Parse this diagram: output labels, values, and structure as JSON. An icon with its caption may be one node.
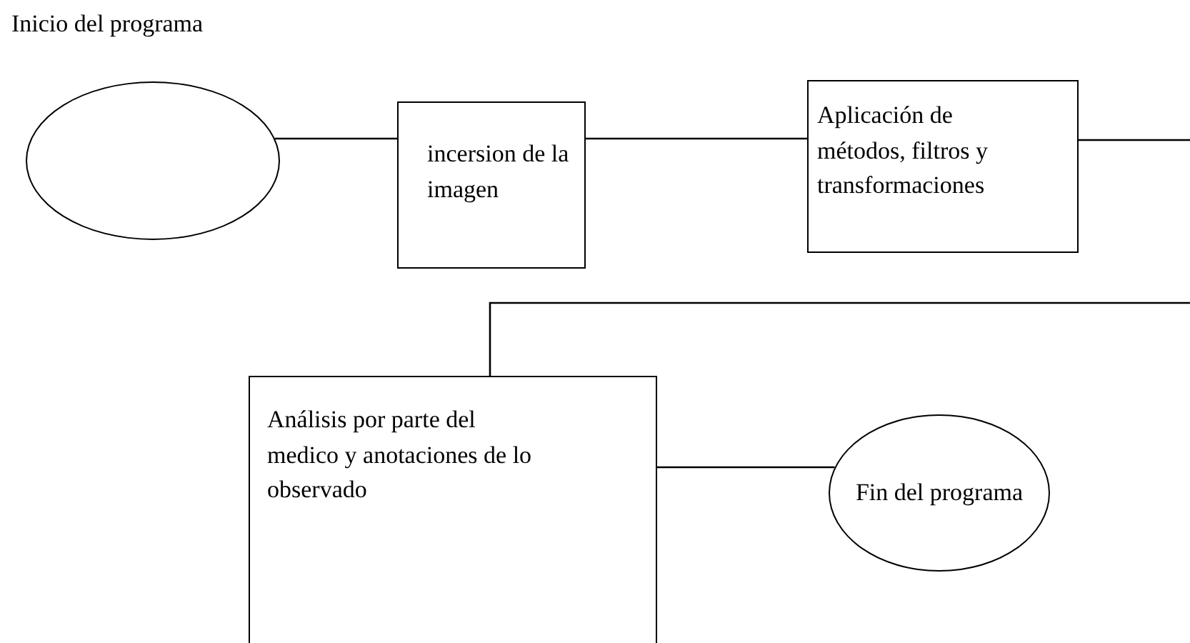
{
  "diagram": {
    "nodes": [
      {
        "text": [
          "Inicio del programa"
        ]
      },
      {
        "text": [
          "incersion de la imagen"
        ]
      },
      {
        "text": [
          "Aplicación de métodos, filtros y transformaciones"
        ]
      },
      {
        "text": [
          "Análisis por parte del medico y anotaciones de lo observado"
        ]
      },
      {
        "text": [
          "Fin del programa"
        ]
      }
    ],
    "edges": [
      {
        "from": 0,
        "to": 1,
        "arrow": "none"
      },
      {
        "from": 1,
        "to": 2,
        "arrow": "none"
      },
      {
        "from": 2,
        "to": null,
        "arrow": "none"
      },
      {
        "from": null,
        "to": 3,
        "arrow": "none"
      },
      {
        "from": 3,
        "to": 4,
        "arrow": "none"
      }
    ]
  }
}
